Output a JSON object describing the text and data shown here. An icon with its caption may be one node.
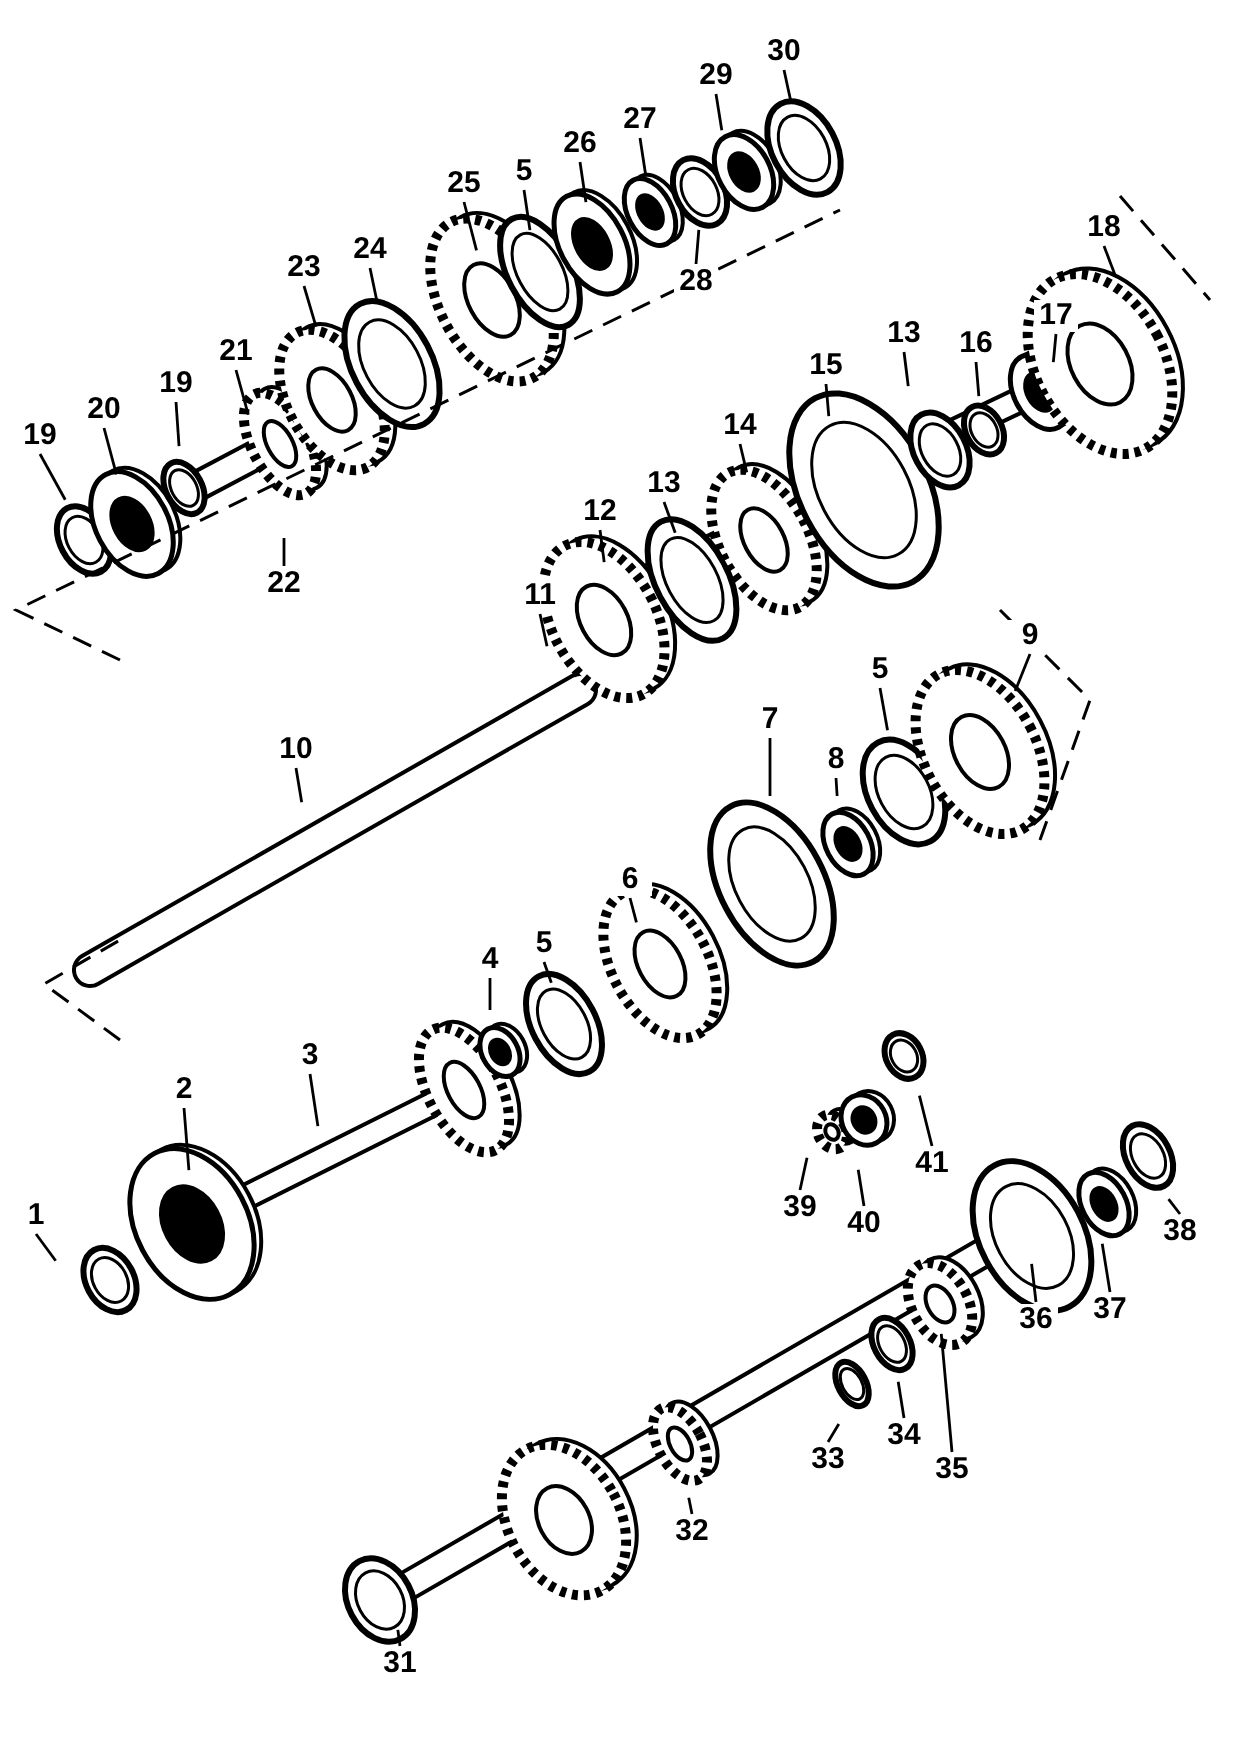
{
  "diagram": {
    "nodes": [
      {
        "text": [
          "30"
        ]
      },
      {
        "text": [
          "29"
        ]
      },
      {
        "text": [
          "27"
        ]
      },
      {
        "text": [
          "26"
        ]
      },
      {
        "text": [
          "5"
        ]
      },
      {
        "text": [
          "25"
        ]
      },
      {
        "text": [
          "24"
        ]
      },
      {
        "text": [
          "23"
        ]
      },
      {
        "text": [
          "21"
        ]
      },
      {
        "text": [
          "19"
        ]
      },
      {
        "text": [
          "20"
        ]
      },
      {
        "text": [
          "19"
        ]
      },
      {
        "text": [
          "28"
        ]
      },
      {
        "text": [
          "22"
        ]
      },
      {
        "text": [
          "18"
        ]
      },
      {
        "text": [
          "17"
        ]
      },
      {
        "text": [
          "16"
        ]
      },
      {
        "text": [
          "13"
        ]
      },
      {
        "text": [
          "15"
        ]
      },
      {
        "text": [
          "14"
        ]
      },
      {
        "text": [
          "13"
        ]
      },
      {
        "text": [
          "12"
        ]
      },
      {
        "text": [
          "11"
        ]
      },
      {
        "text": [
          "9"
        ]
      },
      {
        "text": [
          "5"
        ]
      },
      {
        "text": [
          "7"
        ]
      },
      {
        "text": [
          "8"
        ]
      },
      {
        "text": [
          "10"
        ]
      },
      {
        "text": [
          "6"
        ]
      },
      {
        "text": [
          "5"
        ]
      },
      {
        "text": [
          "4"
        ]
      },
      {
        "text": [
          "3"
        ]
      },
      {
        "text": [
          "2"
        ]
      },
      {
        "text": [
          "1"
        ]
      },
      {
        "text": [
          "41"
        ]
      },
      {
        "text": [
          "39"
        ]
      },
      {
        "text": [
          "40"
        ]
      },
      {
        "text": [
          "38"
        ]
      },
      {
        "text": [
          "37"
        ]
      },
      {
        "text": [
          "36"
        ]
      },
      {
        "text": [
          "35"
        ]
      },
      {
        "text": [
          "34"
        ]
      },
      {
        "text": [
          "33"
        ]
      },
      {
        "text": [
          "32"
        ]
      },
      {
        "text": [
          "31"
        ]
      }
    ],
    "edges": [
      {
        "from": 0,
        "to": null,
        "arrow": "none"
      },
      {
        "from": 1,
        "to": null,
        "arrow": "none"
      },
      {
        "from": 2,
        "to": null,
        "arrow": "none"
      },
      {
        "from": 3,
        "to": null,
        "arrow": "none"
      },
      {
        "from": 4,
        "to": null,
        "arrow": "none"
      },
      {
        "from": 5,
        "to": null,
        "arrow": "none"
      },
      {
        "from": 6,
        "to": null,
        "arrow": "none"
      },
      {
        "from": 7,
        "to": null,
        "arrow": "none"
      },
      {
        "from": 8,
        "to": null,
        "arrow": "none"
      },
      {
        "from": 9,
        "to": null,
        "arrow": "none"
      },
      {
        "from": 10,
        "to": null,
        "arrow": "none"
      },
      {
        "from": 11,
        "to": null,
        "arrow": "none"
      },
      {
        "from": 12,
        "to": null,
        "arrow": "none"
      },
      {
        "from": 13,
        "to": null,
        "arrow": "none"
      },
      {
        "from": 14,
        "to": null,
        "arrow": "none"
      },
      {
        "from": 15,
        "to": null,
        "arrow": "none"
      },
      {
        "from": 16,
        "to": null,
        "arrow": "none"
      },
      {
        "from": 17,
        "to": null,
        "arrow": "none"
      },
      {
        "from": 18,
        "to": null,
        "arrow": "none"
      },
      {
        "from": 19,
        "to": null,
        "arrow": "none"
      },
      {
        "from": 20,
        "to": null,
        "arrow": "none"
      },
      {
        "from": 21,
        "to": null,
        "arrow": "none"
      },
      {
        "from": 22,
        "to": null,
        "arrow": "none"
      },
      {
        "from": 23,
        "to": null,
        "arrow": "none"
      },
      {
        "from": 24,
        "to": null,
        "arrow": "none"
      },
      {
        "from": 25,
        "to": null,
        "arrow": "none"
      },
      {
        "from": 26,
        "to": null,
        "arrow": "none"
      },
      {
        "from": 27,
        "to": null,
        "arrow": "none"
      },
      {
        "from": 28,
        "to": null,
        "arrow": "none"
      },
      {
        "from": 29,
        "to": null,
        "arrow": "none"
      },
      {
        "from": 30,
        "to": null,
        "arrow": "none"
      },
      {
        "from": 31,
        "to": null,
        "arrow": "none"
      },
      {
        "from": 32,
        "to": null,
        "arrow": "none"
      },
      {
        "from": 33,
        "to": null,
        "arrow": "none"
      },
      {
        "from": 34,
        "to": null,
        "arrow": "none"
      },
      {
        "from": 35,
        "to": null,
        "arrow": "none"
      },
      {
        "from": 36,
        "to": null,
        "arrow": "none"
      },
      {
        "from": 37,
        "to": null,
        "arrow": "none"
      },
      {
        "from": 38,
        "to": null,
        "arrow": "none"
      },
      {
        "from": 39,
        "to": null,
        "arrow": "none"
      },
      {
        "from": 40,
        "to": null,
        "arrow": "none"
      },
      {
        "from": 41,
        "to": null,
        "arrow": "none"
      },
      {
        "from": 42,
        "to": null,
        "arrow": "none"
      },
      {
        "from": 43,
        "to": null,
        "arrow": "none"
      },
      {
        "from": 44,
        "to": null,
        "arrow": "none"
      }
    ]
  }
}
